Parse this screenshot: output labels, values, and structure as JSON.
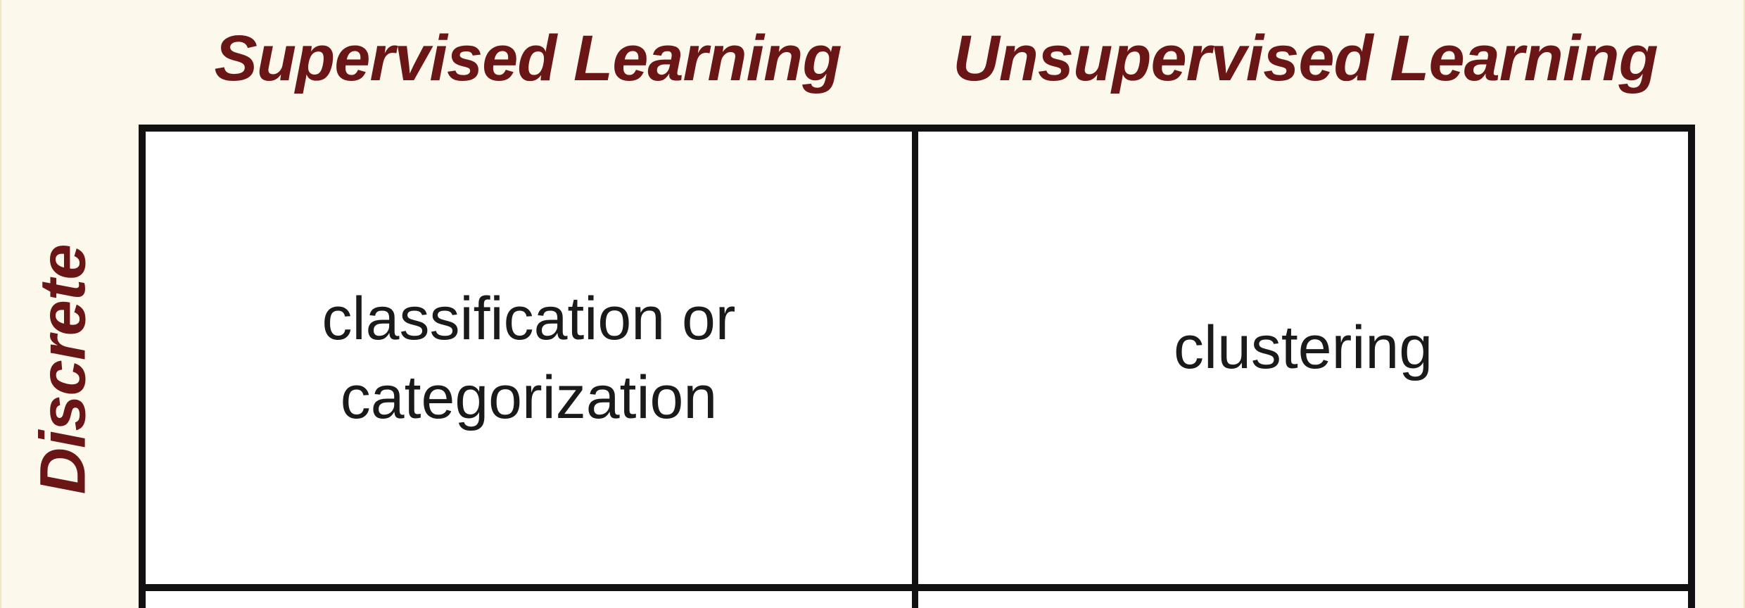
{
  "columns": [
    {
      "label": "Supervised Learning"
    },
    {
      "label": "Unsupervised Learning"
    }
  ],
  "rows": [
    {
      "label": "Discrete"
    }
  ],
  "cells": [
    {
      "lines": [
        "classification or",
        "categorization"
      ]
    },
    {
      "lines": [
        "clustering"
      ]
    }
  ],
  "colors": {
    "header_text": "#6b1616",
    "grid_border": "#111111",
    "cell_background": "#ffffff",
    "page_background": "#fdf8ec"
  }
}
